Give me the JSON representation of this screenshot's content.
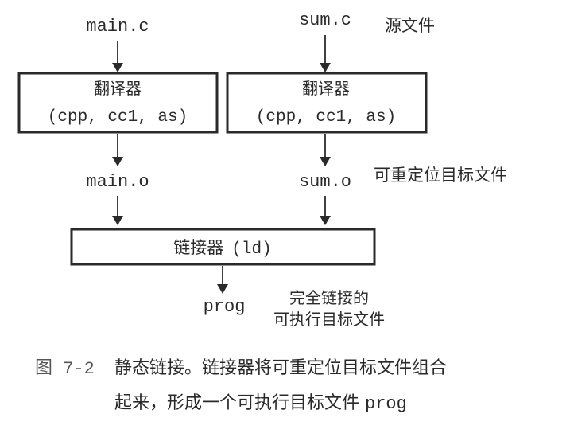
{
  "inputs": {
    "main_c": "main.c",
    "sum_c": "sum.c",
    "source_label": "源文件"
  },
  "translators": {
    "left": {
      "title": "翻译器",
      "sub": "(cpp, cc1, as)"
    },
    "right": {
      "title": "翻译器",
      "sub": "(cpp, cc1, as)"
    }
  },
  "objects": {
    "main_o": "main.o",
    "sum_o": "sum.o",
    "reloc_label": "可重定位目标文件"
  },
  "linker": {
    "title": "链接器",
    "sub": "(ld)"
  },
  "output": {
    "prog": "prog",
    "label_line1": "完全链接的",
    "label_line2": "可执行目标文件"
  },
  "caption": {
    "fig_number": "图 7-2",
    "line1": "静态链接。链接器将可重定位目标文件组合",
    "line2_text": "起来，形成一个可执行目标文件",
    "line2_code": "prog"
  }
}
